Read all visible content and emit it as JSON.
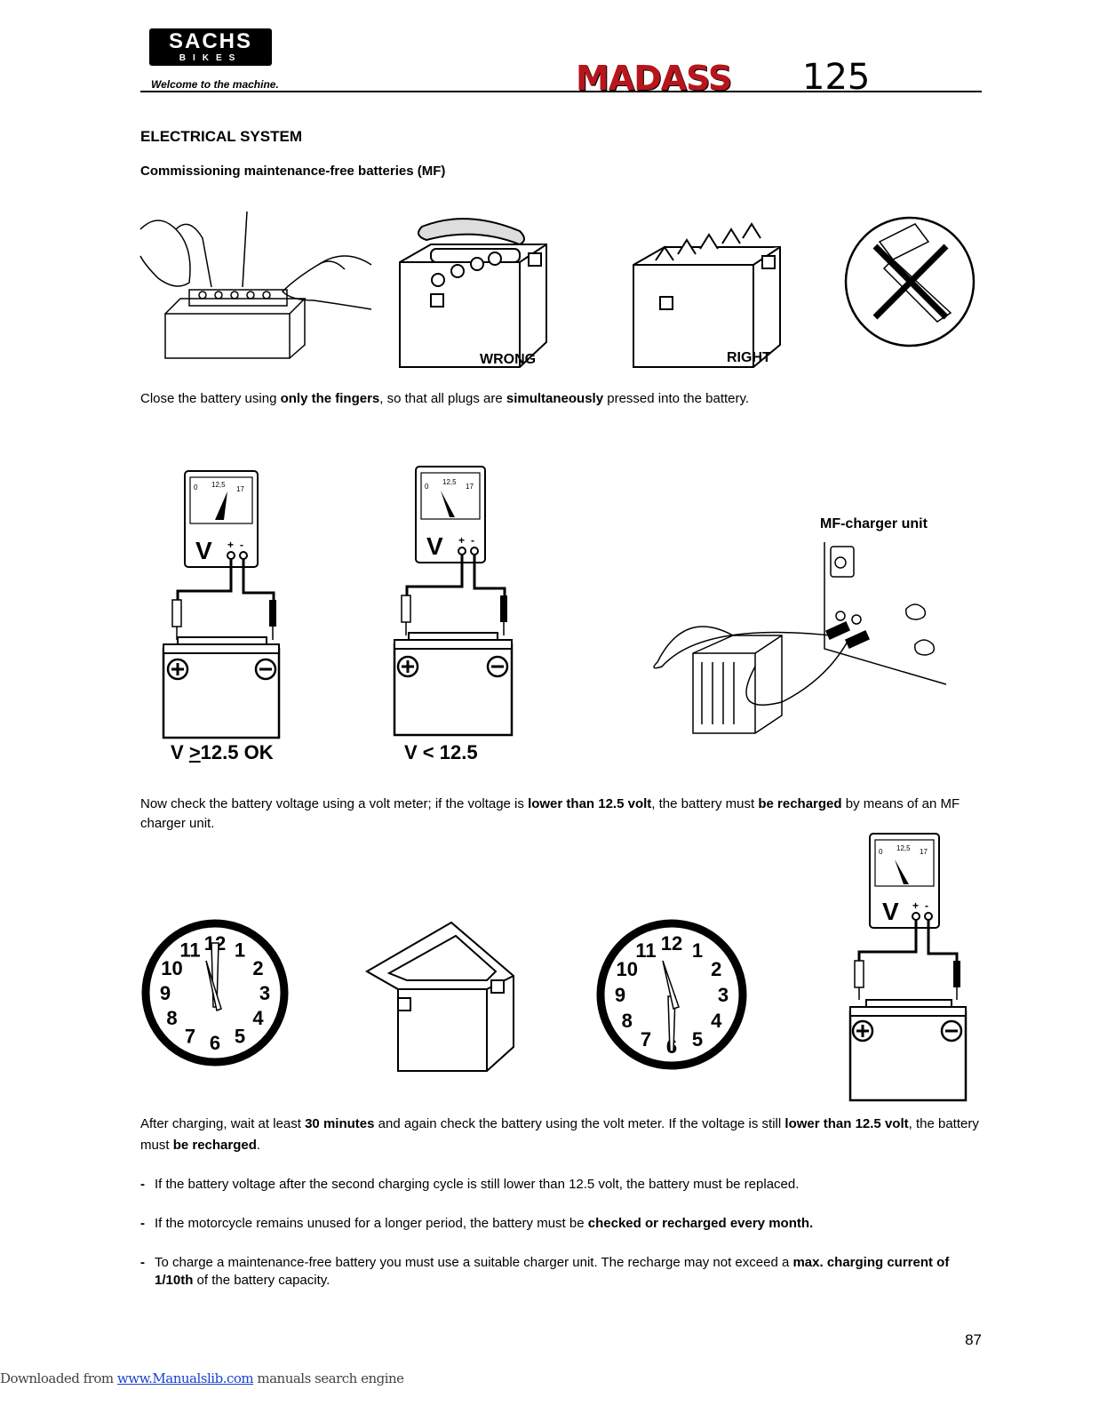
{
  "header": {
    "logo_main": "SACHS",
    "logo_sub": "BIKES",
    "tagline": "Welcome to the machine.",
    "brand_name": "MADASS",
    "brand_number": "125"
  },
  "section_title": "ELECTRICAL SYSTEM",
  "subsection_title": "Commissioning maintenance-free batteries (MF)",
  "figure1": {
    "wrong_label": "WRONG",
    "right_label": "RIGHT"
  },
  "para1": {
    "a": "Close the battery using ",
    "b": "only the fingers",
    "c": ", so that all plugs are ",
    "d": "simultaneously",
    "e": " pressed into the battery."
  },
  "meter": {
    "scale_min": "0",
    "scale_mid": "12,5",
    "scale_max": "17",
    "unit": "V",
    "plus": "+",
    "minus": "-"
  },
  "figure2": {
    "ok_label_v": "V",
    "ok_label_op": ">",
    "ok_label_rest": "12.5 OK",
    "low_label": "V < 12.5",
    "charger_label": "MF-charger unit"
  },
  "para2": {
    "a": "Now check the battery voltage using a volt meter; if the voltage is ",
    "b": "lower than 12.5 volt",
    "c": ", the battery must ",
    "d": "be recharged",
    "e": " by means of an MF charger unit."
  },
  "clock_numbers": [
    "12",
    "1",
    "2",
    "3",
    "4",
    "5",
    "6",
    "7",
    "8",
    "9",
    "10",
    "11"
  ],
  "para3": {
    "a": "After charging, wait at least ",
    "b": "30 minutes",
    "c": " and again check the battery using the volt meter. If the voltage is still ",
    "d": "lower than 12.5 volt",
    "e": ", the battery must ",
    "f": "be recharged",
    "g": "."
  },
  "bullets": [
    {
      "dash": "-",
      "a": "If the battery voltage after the second charging cycle is still lower than 12.5 volt, the battery must be replaced."
    },
    {
      "dash": "-",
      "a": "If the motorcycle remains unused for a longer period, the battery must be ",
      "b": "checked or recharged every month."
    },
    {
      "dash": "-",
      "a": "To charge a maintenance-free battery you must use a suitable charger unit. The recharge may not exceed a ",
      "b": "max. charging current of 1/10th",
      "c": " of the battery capacity."
    }
  ],
  "page_number": "87",
  "footer": {
    "prefix": "Downloaded from ",
    "link": "www.Manualslib.com",
    "suffix": " manuals search engine"
  }
}
